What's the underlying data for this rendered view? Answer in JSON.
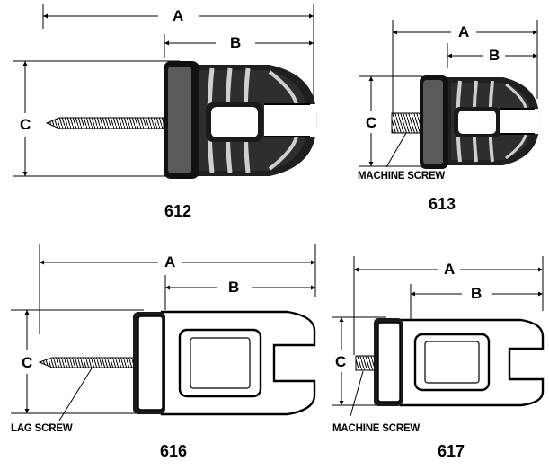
{
  "figures": [
    {
      "id": "612",
      "dims": {
        "a": "A",
        "b": "B",
        "c": "C"
      }
    },
    {
      "id": "613",
      "dims": {
        "a": "A",
        "b": "B",
        "c": "C"
      },
      "note": "MACHINE SCREW"
    },
    {
      "id": "616",
      "dims": {
        "a": "A",
        "b": "B",
        "c": "C"
      },
      "note": "LAG SCREW"
    },
    {
      "id": "617",
      "dims": {
        "a": "A",
        "b": "B",
        "c": "C"
      },
      "note": "MACHINE SCREW"
    }
  ],
  "colors": {
    "ink": "#000000",
    "body_dark": "#1a1a1a",
    "body_mid": "#555555",
    "paper": "#ffffff"
  }
}
